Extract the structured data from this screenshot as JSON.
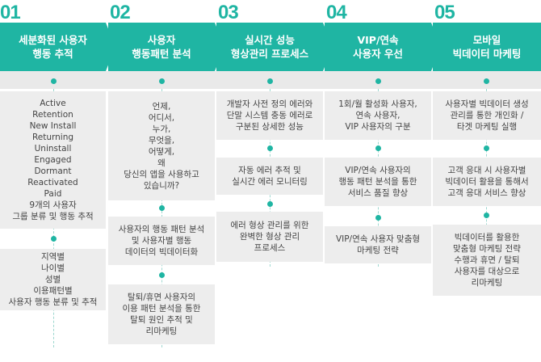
{
  "columns": [
    {
      "number": "01",
      "title": [
        "세분화된 사용자",
        "행동 추적"
      ],
      "boxes": [
        [
          "Active",
          "Retention",
          "New Install",
          "Returning",
          "Uninstall",
          "Engaged",
          "Dormant",
          "Reactivated",
          "Paid",
          "9개의 사용자",
          "그룹 분류 및 행동 추적"
        ],
        [
          "지역별",
          "나이별",
          "성별",
          "이용패턴별",
          "사용자 행동 분류 및 추적"
        ]
      ]
    },
    {
      "number": "02",
      "title": [
        "사용자",
        "행동패턴 분석"
      ],
      "boxes": [
        [
          "언제,",
          "어디서,",
          "누가,",
          "무엇을,",
          "어떻게,",
          "왜",
          "당신의 앱을 사용하고",
          "있습니까?"
        ],
        [
          "사용자의 행동 패턴 분석",
          "및 사용자별 행동",
          "데이터의 빅데이터화"
        ],
        [
          "탈퇴/휴면 사용자의",
          "이용 패턴 분석을 통한",
          "탈퇴 원인 추적 및",
          "리마케팅"
        ]
      ]
    },
    {
      "number": "03",
      "title": [
        "실시간 성능",
        "형상관리 프로세스"
      ],
      "boxes": [
        [
          "개발자 사전 정의 에러와",
          "단말 시스템 충동 에러로",
          "구분된 상세한 성능"
        ],
        [
          "자동 에러 추적 및",
          "실시간 에러 모니터링"
        ],
        [
          "에러 형상 관리를 위한",
          "완벽한 형상 관리",
          "프로세스"
        ]
      ]
    },
    {
      "number": "04",
      "title": [
        "VIP/연속",
        "사용자 우선"
      ],
      "boxes": [
        [
          "1회/월 활성화 사용자,",
          "연속 사용자,",
          "VIP 사용자의 구분"
        ],
        [
          "VIP/연속 사용자의",
          "행동 패턴 분석을 통한",
          "서비스 품질 향상"
        ],
        [
          "VIP/연속 사용자 맞춤형",
          "마케팅 전략"
        ]
      ]
    },
    {
      "number": "05",
      "title": [
        "모바일",
        "빅데이터 마케팅"
      ],
      "boxes": [
        [
          "사용자별 빅데이터 생성",
          "관리를 통한 개인화 /",
          "타겟 마케팅 실행"
        ],
        [
          "고객 응대 시 사용자별",
          "빅데이터 활용을 통해서",
          "고객 응대 서비스 향상"
        ],
        [
          "빅데이터를 활용한",
          "맞춤형 마케팅 전략",
          "수행과 휴면 / 탈퇴",
          "사용자를 대상으로",
          "리마케팅"
        ]
      ]
    }
  ]
}
